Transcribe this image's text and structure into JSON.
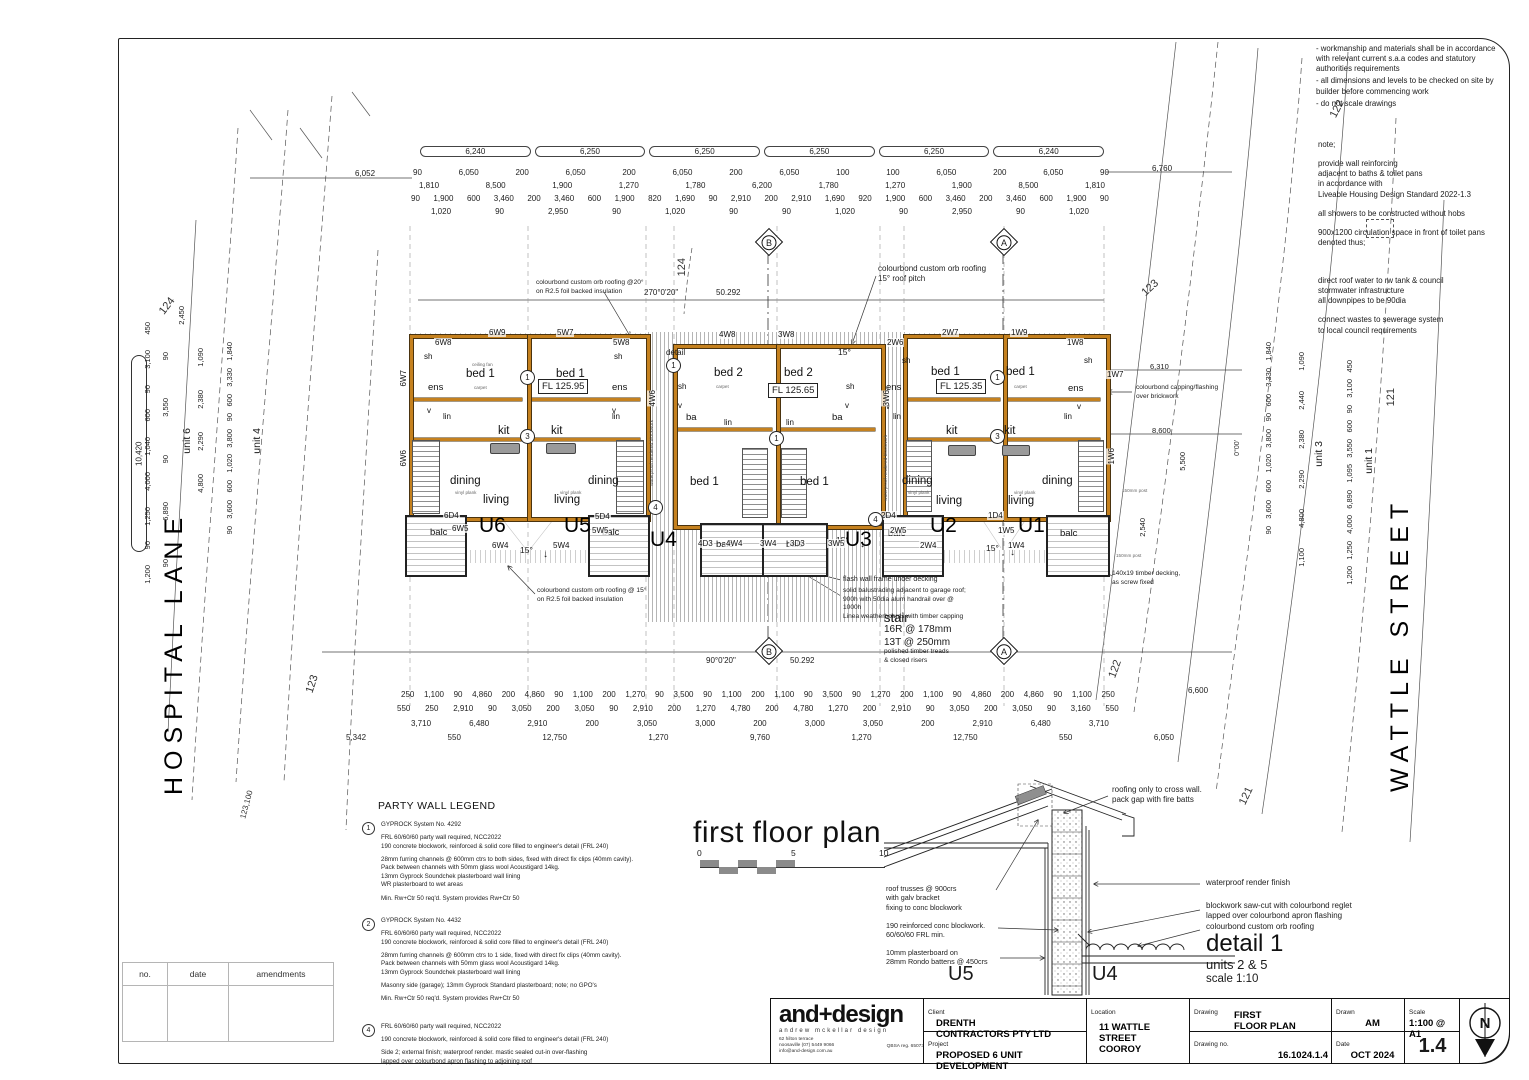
{
  "general_notes": [
    "- workmanship and materials shall be in accordance\n  with relevant current s.a.a codes and statutory\n  authorities requirements",
    "- all dimensions and levels to be checked on site by\n  builder before commencing work",
    "- do not scale drawings"
  ],
  "site_notes": {
    "title": "note;",
    "p1": "provide wall reinforcing\nadjacent to baths & toilet pans\nin accordance with\nLiveable Housing Design Standard 2022-1.3",
    "p2": "all showers to be constructed without hobs",
    "p3": "900x1200 circulation space in front of toilet pans\ndenoted thus;",
    "p4": "direct roof water to rw tank & council\nstormwater infrastructure\nall downpipes to be 90dia",
    "p5": "connect wastes to sewerage system\nto local council requirements"
  },
  "streets": {
    "left": "HOSPITAL  LANE",
    "right": "WATTLE  STREET"
  },
  "contour_labels": {
    "l1": "124",
    "l2": "123",
    "l3": "123,100",
    "c_top": "124",
    "r1": "123",
    "r2": "122",
    "r3": "122",
    "r4": "121",
    "r5": "121"
  },
  "boundary": {
    "top_bearing": "270°0'20\"",
    "top_length": "50.292",
    "bottom_bearing": "90°0'20\"",
    "bottom_length": "50.292",
    "marker_a": "A",
    "marker_b": "B",
    "bearing_right": "0°00'"
  },
  "plan": {
    "title": "first floor plan",
    "scale_ticks": [
      "0",
      "5",
      "10"
    ],
    "dims": {
      "t_ext_l": "6,052",
      "t_ext_r": "6,760",
      "t1": [
        "6,240",
        "6,250",
        "6,250",
        "6,250",
        "6,250",
        "6,240"
      ],
      "t2": [
        "90",
        "6,050",
        "200",
        "6,050",
        "200",
        "6,050",
        "200",
        "6,050",
        "100",
        "100",
        "6,050",
        "200",
        "6,050",
        "90"
      ],
      "t3": [
        "1,810",
        "8,500",
        "1,900",
        "1,270",
        "1,780",
        "6,200",
        "1,780",
        "1,270",
        "1,900",
        "8,500",
        "1,810"
      ],
      "t4": [
        "90",
        "1,900",
        "600",
        "3,460",
        "200",
        "3,460",
        "600",
        "1,900",
        "820",
        "1,690",
        "90",
        "2,910",
        "200",
        "2,910",
        "1,690",
        "920",
        "1,900",
        "600",
        "3,460",
        "200",
        "3,460",
        "600",
        "1,900",
        "90"
      ],
      "t5": [
        "1,020",
        "90",
        "2,950",
        "90",
        "1,020",
        "90",
        "90",
        "1,020",
        "90",
        "2,950",
        "90",
        "1,020"
      ],
      "b1": [
        "250",
        "1,100",
        "90",
        "4,860",
        "200",
        "4,860",
        "90",
        "1,100",
        "200",
        "1,270",
        "90",
        "3,500",
        "90",
        "1,100",
        "200",
        "1,100",
        "90",
        "3,500",
        "90",
        "1,270",
        "200",
        "1,100",
        "90",
        "4,860",
        "200",
        "4,860",
        "90",
        "1,100",
        "250"
      ],
      "b2": [
        "550",
        "250",
        "2,910",
        "90",
        "3,050",
        "200",
        "3,050",
        "90",
        "2,910",
        "200",
        "1,270",
        "4,780",
        "200",
        "4,780",
        "1,270",
        "200",
        "2,910",
        "90",
        "3,050",
        "200",
        "3,050",
        "90",
        "3,160",
        "550"
      ],
      "b3": [
        "3,710",
        "6,480",
        "2,910",
        "200",
        "3,050",
        "3,000",
        "200",
        "3,000",
        "3,050",
        "200",
        "2,910",
        "6,480",
        "3,710"
      ],
      "b4": [
        "5,342",
        "550",
        "12,750",
        "1,270",
        "9,760",
        "1,270",
        "12,750",
        "550",
        "6,050"
      ],
      "left_a": [
        "450",
        "3,100",
        "90",
        "600",
        "1,040",
        "4,000",
        "1,250",
        "90",
        "1,200"
      ],
      "left_b": [
        "90",
        "3,550",
        "90",
        "6,890",
        "90"
      ],
      "left_c": [
        "1,090",
        "2,380",
        "2,290",
        "4,800"
      ],
      "left_d": [
        "1,840",
        "3,330",
        "600",
        "90",
        "3,800",
        "1,020",
        "600",
        "3,600",
        "90"
      ],
      "left_overall": "10,420",
      "left_top": "2,450",
      "right_a": [
        "1,840",
        "3,330",
        "600",
        "90",
        "3,800",
        "1,020",
        "600",
        "3,600",
        "90"
      ],
      "right_b": [
        "1,090",
        "2,440",
        "2,380",
        "2,290",
        "4,800",
        "1,100"
      ],
      "right_c": [
        "450",
        "3,100",
        "90",
        "600",
        "3,550",
        "1,095",
        "6,890",
        "4,000",
        "1,250",
        "1,200"
      ],
      "d6310": "6,310",
      "d8600": "8,600",
      "d5500": "5,500",
      "d2540": "2,540",
      "d6600": "6,600"
    },
    "grid_units": {
      "left_1": "unit 6",
      "left_2": "unit 4",
      "right_1": "unit 3",
      "right_2": "unit 1"
    },
    "units": {
      "u6": {
        "id": "U6",
        "bed": "bed 1",
        "ens": "ens",
        "sh": "sh",
        "v": "v",
        "lin": "lin",
        "kit": "kit",
        "dining": "dining",
        "living": "living",
        "balc": "balc"
      },
      "u5": {
        "id": "U5",
        "fl": "FL 125.95",
        "bed": "bed 1",
        "ens": "ens",
        "sh": "sh",
        "v": "v",
        "lin": "lin",
        "kit": "kit",
        "dining": "dining",
        "living": "living",
        "balc": "balc"
      },
      "u4": {
        "id": "U4",
        "bed2": "bed 2",
        "sh": "sh",
        "v": "v",
        "ba": "ba",
        "lin": "lin",
        "bed1": "bed 1",
        "balc": "balc"
      },
      "u3": {
        "id": "U3",
        "fl": "FL 125.65",
        "bed2": "bed 2",
        "sh": "sh",
        "v": "v",
        "ba": "ba",
        "lin": "lin",
        "bed1": "bed 1",
        "balc": "balc"
      },
      "u2": {
        "id": "U2",
        "fl": "FL 125.35",
        "bed": "bed 1",
        "ens": "ens",
        "sh": "sh",
        "v": "v",
        "lin": "lin",
        "kit": "kit",
        "dining": "dining",
        "living": "living",
        "balc": "balc"
      },
      "u1": {
        "id": "U1",
        "bed": "bed 1",
        "ens": "ens",
        "sh": "sh",
        "v": "v",
        "lin": "lin",
        "kit": "kit",
        "dining": "dining",
        "living": "living",
        "balc": "balc"
      }
    },
    "window_labels": [
      "6W9",
      "5W7",
      "4W8",
      "3W8",
      "2W7",
      "1W9",
      "6W8",
      "5W8",
      "2W6",
      "1W8",
      "6W7",
      "6W6",
      "1W7",
      "1W6",
      "6D4",
      "6W5",
      "6W4",
      "5W4",
      "5W5",
      "5D4",
      "4D3",
      "4W4",
      "3W4",
      "3D3",
      "3W5",
      "2D4",
      "2W5",
      "2W4",
      "1W4",
      "1W5",
      "1D4",
      "4W6",
      "3W6"
    ],
    "finishes": {
      "fan": "ceiling fan",
      "carpet": "carpet",
      "vinyl": "vinyl plank"
    },
    "strip_label": "waterproof rendered\nblockwork",
    "pitch": "15°",
    "arrow": "↓",
    "post": "150mm post",
    "markers": {
      "m1": "1",
      "m3": "3",
      "m4": "4",
      "detail_word": "detail"
    }
  },
  "annotations": {
    "roof_tl": "colourbond custom orb roofing @20°\non R2.5 foil backed insulation",
    "roof_tr": "colourbond custom orb roofing\n15° roof pitch",
    "roof_bl": "colourbond custom orb roofing @ 15°\non R2.5 foil backed insulation",
    "flash": "flash wall frame under decking",
    "balustrade": "solid balustrading adjacent to garage roof;\n900h with 50dia alum handrail over @ 1000h\nLinea weatherboards with timber capping",
    "stair_title": "stair",
    "stair_body": "16R @ 178mm\n13T @ 250mm",
    "stair_sub": "polished timber treads\n& closed risers",
    "capping": "colourbond capping/flashing\nover brickwork",
    "decking": "140x19 timber decking,\nas screw fixed"
  },
  "legend": {
    "title": "PARTY WALL LEGEND",
    "item1": {
      "num": "1",
      "heading": "GYPROCK System No. 4292",
      "paras": [
        "FRL 60/60/60 party wall required, NCC2022\n190 concrete blockwork, reinforced & solid core filled to engineer's detail (FRL 240)",
        "28mm furring channels @ 600mm ctrs to both sides, fixed with direct fix clips (40mm cavity).\nPack between channels with 50mm glass wool Acoustigard 14kg.\n13mm Gyprock Soundchek plasterboard wall lining\nWR plasterboard to wet areas",
        "Min. Rw+Ctr 50 req'd. System provides Rw+Ctr 50"
      ]
    },
    "item2": {
      "num": "2",
      "heading": "GYPROCK System No. 4432",
      "paras": [
        "FRL 60/60/60 party wall required, NCC2022\n190 concrete blockwork, reinforced & solid core filled to engineer's detail (FRL 240)",
        "28mm furring channels @ 600mm ctrs to 1 side, fixed with direct fix clips (40mm cavity).\nPack between channels with 50mm glass wool Acoustigard 14kg.\n13mm Gyprock Soundchek plasterboard wall lining",
        "Masonry side (garage); 13mm Gyprock Standard plasterboard; note; no GPO's",
        "Min. Rw+Ctr 50 req'd. System provides Rw+Ctr 50"
      ]
    },
    "item4": {
      "num": "4",
      "heading": "FRL 60/60/60 party wall required, NCC2022",
      "paras": [
        "190 concrete blockwork, reinforced & solid core filled to engineer's detail (FRL 240)",
        "Side 2; external finish; waterproof render. mastic sealed cut-in over-flashing\nlapped over colourbond apron flashing to adjoining roof"
      ]
    }
  },
  "detail": {
    "note_roof": "roofing only to cross wall.\npack gap with fire batts",
    "notes_left": [
      "roof trusses @ 900crs\nwith galv bracket\nfixing to conc blockwork",
      "190 reinforced conc blockwork.\n60/60/60 FRL min.",
      "10mm plasterboard on\n28mm Rondo battens @ 450crs"
    ],
    "notes_right": [
      "waterproof render finish",
      "blockwork saw-cut with colourbond reglet\nlapped over colourbond apron flashing",
      "colourbond custom orb roofing"
    ],
    "unit_left": "U5",
    "unit_right": "U4",
    "title": "detail 1",
    "subtitle": "units 2 & 5",
    "scale": "scale 1:10"
  },
  "amendments": {
    "h": [
      "no.",
      "date",
      "amendments"
    ]
  },
  "titleblock": {
    "logo": "and+design",
    "logo_sub": "andrew mckellar design",
    "address": "62 hilton terrace\nnoosaville  (07) 5449 9066\ninfo@and-design.com.au",
    "reg": "QBSA reg. 65073",
    "client_label": "Client",
    "client": "DRENTH\nCONTRACTORS PTY LTD",
    "project_label": "Project",
    "project": "PROPOSED 6 UNIT\nDEVELOPMENT",
    "location_label": "Location",
    "location": "11 WATTLE STREET\nCOOROY",
    "drawing_label": "Drawing",
    "drawing": "FIRST\nFLOOR PLAN",
    "drawing_no_label": "Drawing  no.",
    "drawing_no": "16.1024.1.4",
    "drawn_label": "Drawn",
    "drawn": "AM",
    "date_label": "Date",
    "date": "OCT 2024",
    "scale_label": "Scale",
    "scale": "1:100 @ A1",
    "sheet_no": "1.4",
    "north": "N"
  }
}
